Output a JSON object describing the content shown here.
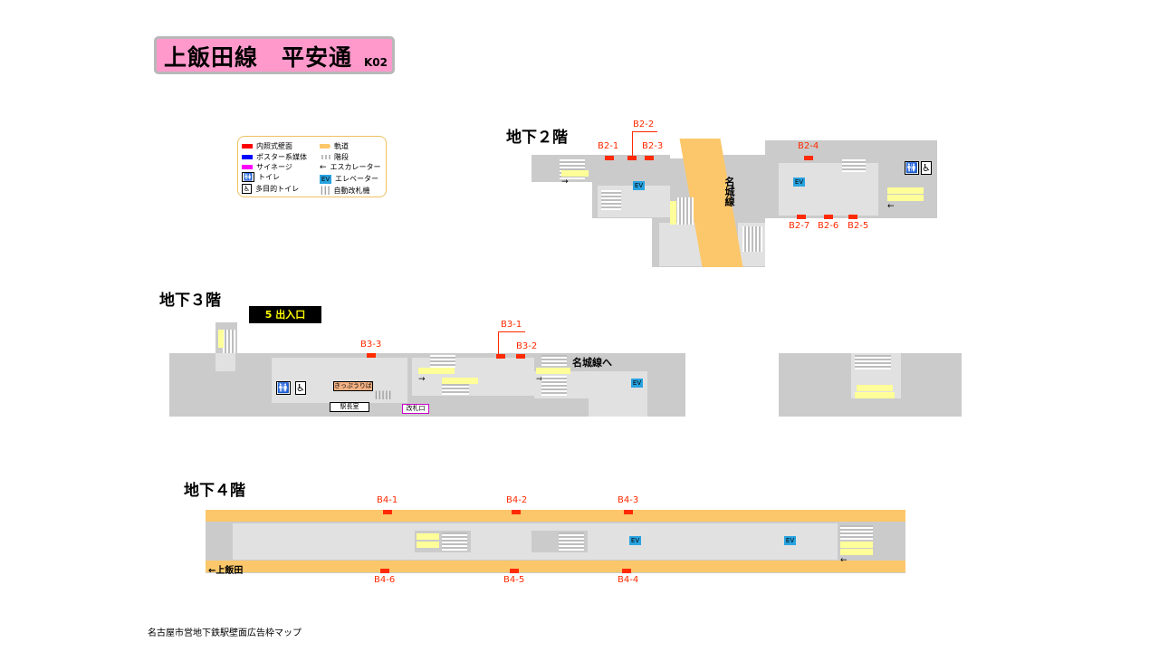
{
  "header": {
    "title": "上飯田線　平安通",
    "code": "K02"
  },
  "legend": {
    "items": [
      {
        "label": "内照式壁面",
        "color": "#ff0000"
      },
      {
        "label": "ポスター系媒体",
        "color": "#0000ff"
      },
      {
        "label": "サイネージ",
        "color": "#ff00ff"
      },
      {
        "label": "トイレ"
      },
      {
        "label": "多目的トイレ"
      },
      {
        "label": "軌道",
        "color": "#fcc76a"
      },
      {
        "label": "階段"
      },
      {
        "label": "エスカレーター"
      },
      {
        "label": "エレベーター"
      },
      {
        "label": "自動改札機"
      }
    ],
    "ev_badge": "EV"
  },
  "floors": {
    "b2": {
      "label": "地下２階",
      "line_name": "名城線",
      "ads": [
        "B2-1",
        "B2-2",
        "B2-3",
        "B2-4",
        "B2-7",
        "B2-6",
        "B2-5"
      ],
      "ev": "EV"
    },
    "b3": {
      "label": "地下３階",
      "exit_sign": "5 出入口",
      "ads": [
        "B3-3",
        "B3-1",
        "B3-2"
      ],
      "direction": "名城線へ",
      "ticket": "きっぷうりば",
      "office": "駅長室",
      "gate": "改札口",
      "ev": "EV"
    },
    "b4": {
      "label": "地下４階",
      "ads": [
        "B4-1",
        "B4-2",
        "B4-3",
        "B4-6",
        "B4-5",
        "B4-4"
      ],
      "direction": "←上飯田",
      "ev": "EV"
    }
  },
  "footer": "名古屋市営地下鉄駅壁面広告枠マップ",
  "icons": {
    "toilet": "toilet-icon",
    "multipurpose": "accessible-toilet-icon"
  }
}
